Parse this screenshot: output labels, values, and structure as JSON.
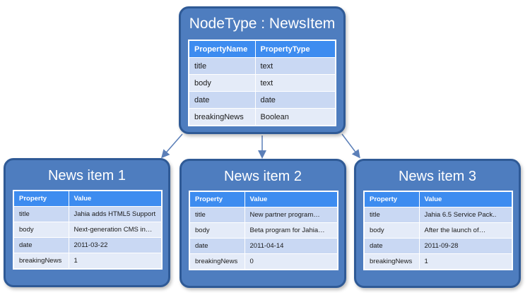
{
  "parent": {
    "title": "NodeType : NewsItem",
    "headers": [
      "PropertyName",
      "PropertyType"
    ],
    "rows": [
      [
        "title",
        "text"
      ],
      [
        "body",
        "text"
      ],
      [
        "date",
        "date"
      ],
      [
        "breakingNews",
        "Boolean"
      ]
    ]
  },
  "children": [
    {
      "title": "News item 1",
      "headers": [
        "Property",
        "Value"
      ],
      "rows": [
        [
          "title",
          "Jahia adds HTML5 Support"
        ],
        [
          "body",
          "Next-generation CMS in…"
        ],
        [
          "date",
          "2011-03-22"
        ],
        [
          "breakingNews",
          "1"
        ]
      ]
    },
    {
      "title": "News item 2",
      "headers": [
        "Property",
        "Value"
      ],
      "rows": [
        [
          "title",
          "New partner program…"
        ],
        [
          "body",
          "Beta program for Jahia…"
        ],
        [
          "date",
          "2011-04-14"
        ],
        [
          "breakingNews",
          "0"
        ]
      ]
    },
    {
      "title": "News item 3",
      "headers": [
        "Property",
        "Value"
      ],
      "rows": [
        [
          "title",
          "Jahia 6.5 Service Pack.."
        ],
        [
          "body",
          "After the launch of…"
        ],
        [
          "date",
          "2011-09-28"
        ],
        [
          "breakingNews",
          "1"
        ]
      ]
    }
  ],
  "colors": {
    "node_fill": "#4e7dbf",
    "node_border": "#2f5a96",
    "header_fill": "#3d8cf0",
    "row_odd": "#c9d8f3",
    "row_even": "#e4ebf8",
    "connector": "#5b7fb8"
  }
}
